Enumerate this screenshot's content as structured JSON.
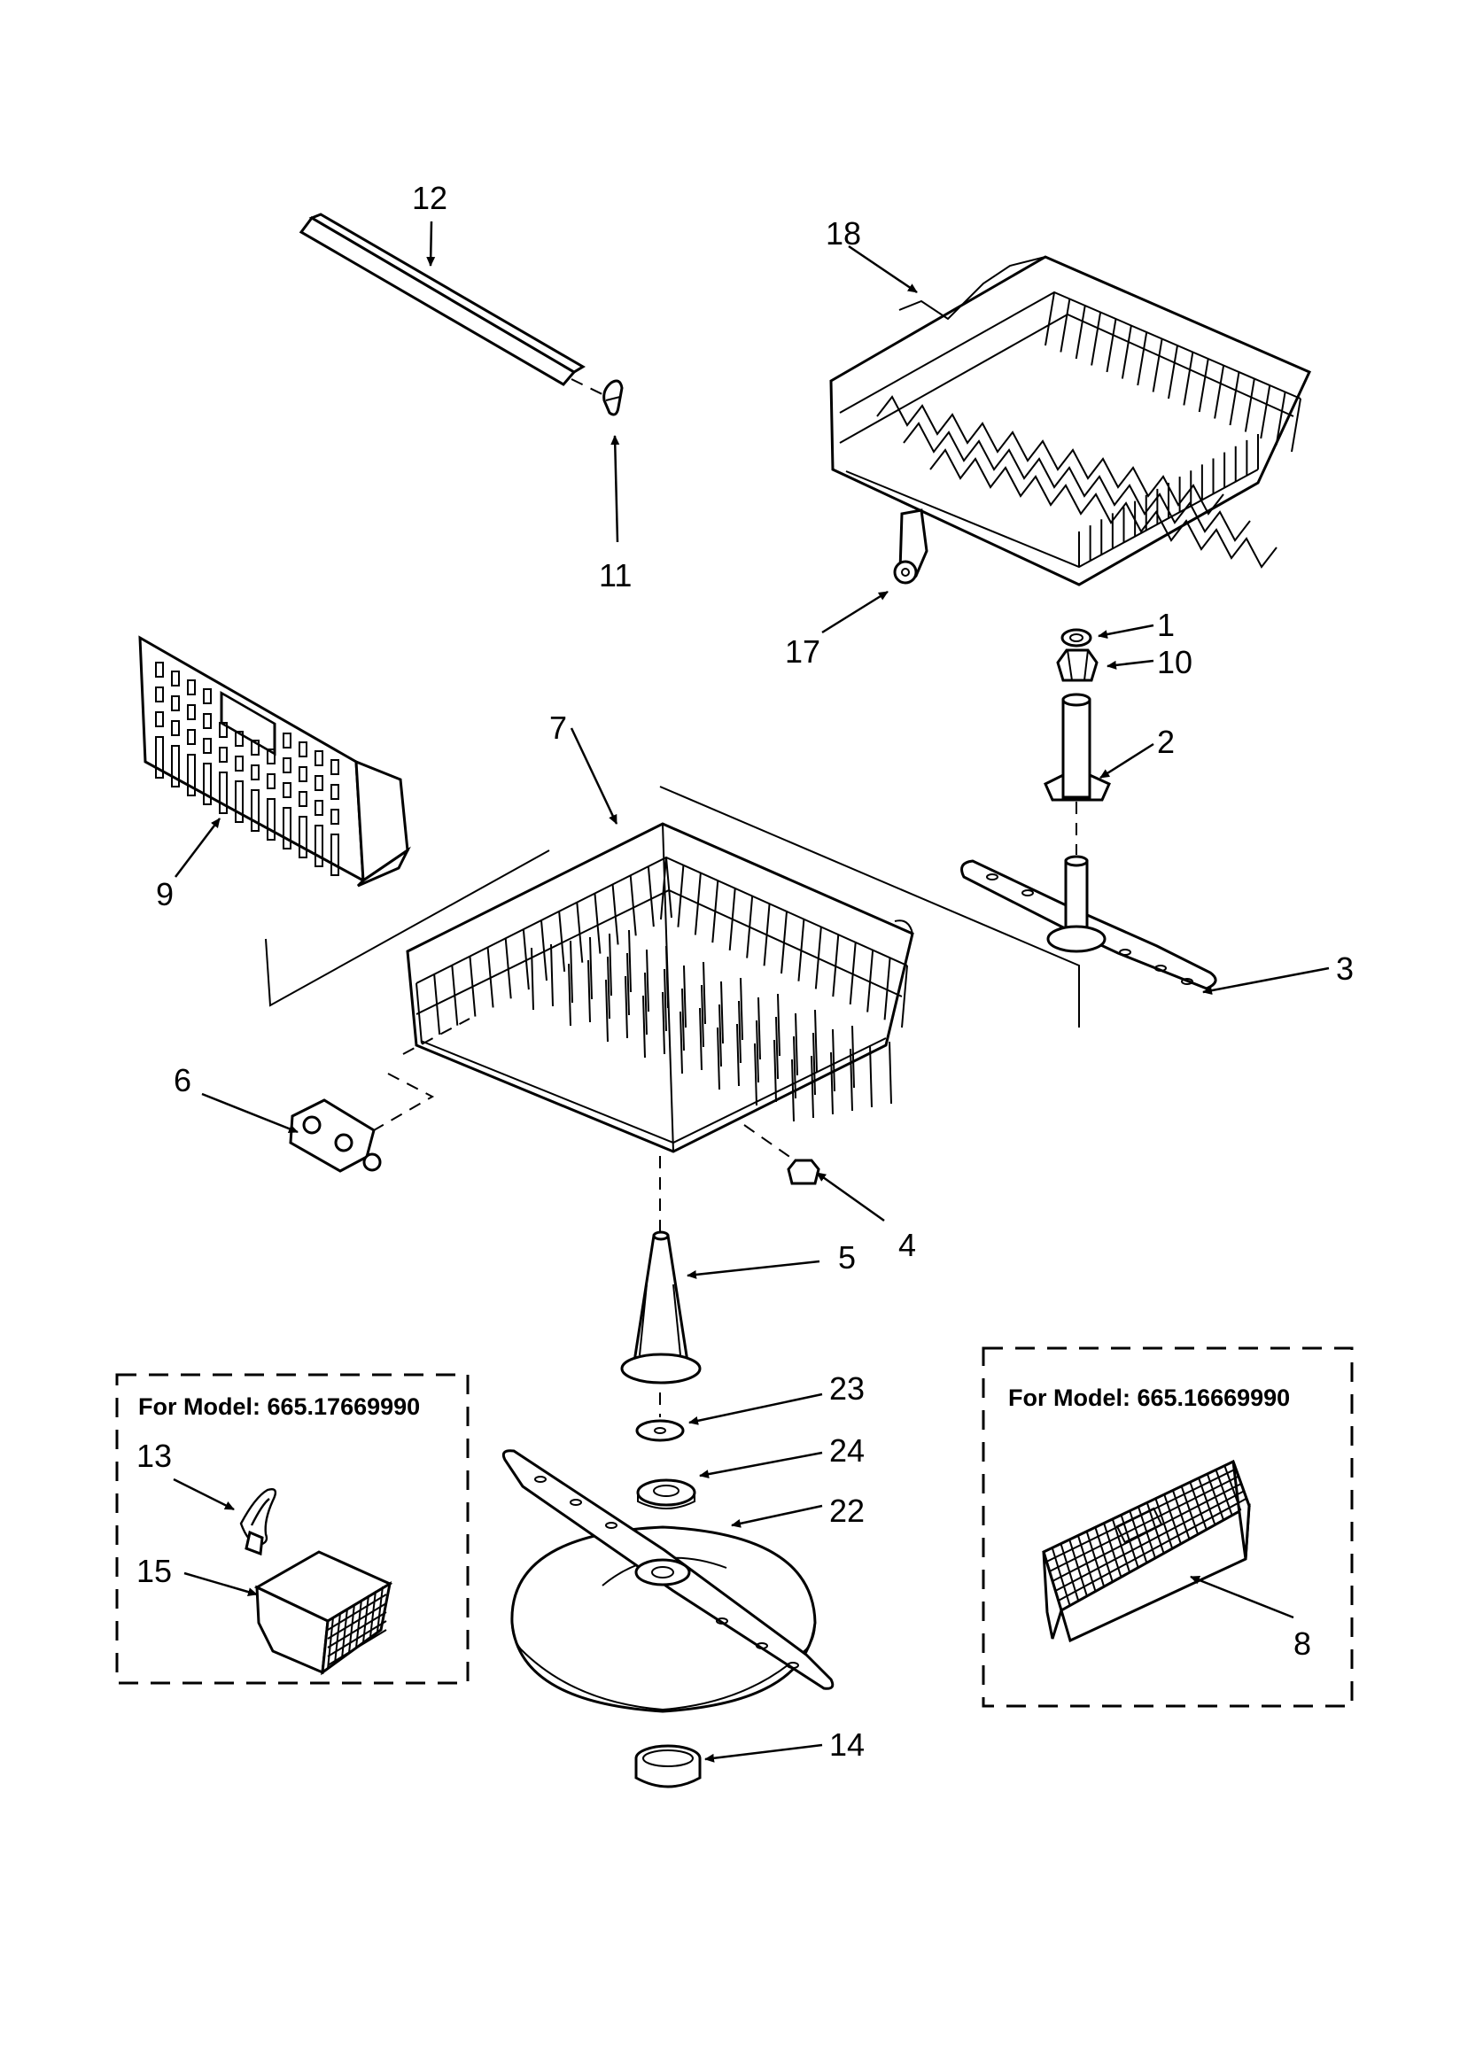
{
  "diagram": {
    "callouts": [
      {
        "id": "c12",
        "text": "12"
      },
      {
        "id": "c18",
        "text": "18"
      },
      {
        "id": "c11",
        "text": "11"
      },
      {
        "id": "c17",
        "text": "17"
      },
      {
        "id": "c1",
        "text": "1"
      },
      {
        "id": "c10",
        "text": "10"
      },
      {
        "id": "c2",
        "text": "2"
      },
      {
        "id": "c7",
        "text": "7"
      },
      {
        "id": "c9",
        "text": "9"
      },
      {
        "id": "c3",
        "text": "3"
      },
      {
        "id": "c6",
        "text": "6"
      },
      {
        "id": "c4",
        "text": "4"
      },
      {
        "id": "c5",
        "text": "5"
      },
      {
        "id": "c23",
        "text": "23"
      },
      {
        "id": "c24",
        "text": "24"
      },
      {
        "id": "c22",
        "text": "22"
      },
      {
        "id": "c13",
        "text": "13"
      },
      {
        "id": "c15",
        "text": "15"
      },
      {
        "id": "c14",
        "text": "14"
      },
      {
        "id": "c8",
        "text": "8"
      }
    ],
    "model_boxes": {
      "left": "For Model: 665.17669990",
      "right": "For Model: 665.16669990"
    }
  }
}
